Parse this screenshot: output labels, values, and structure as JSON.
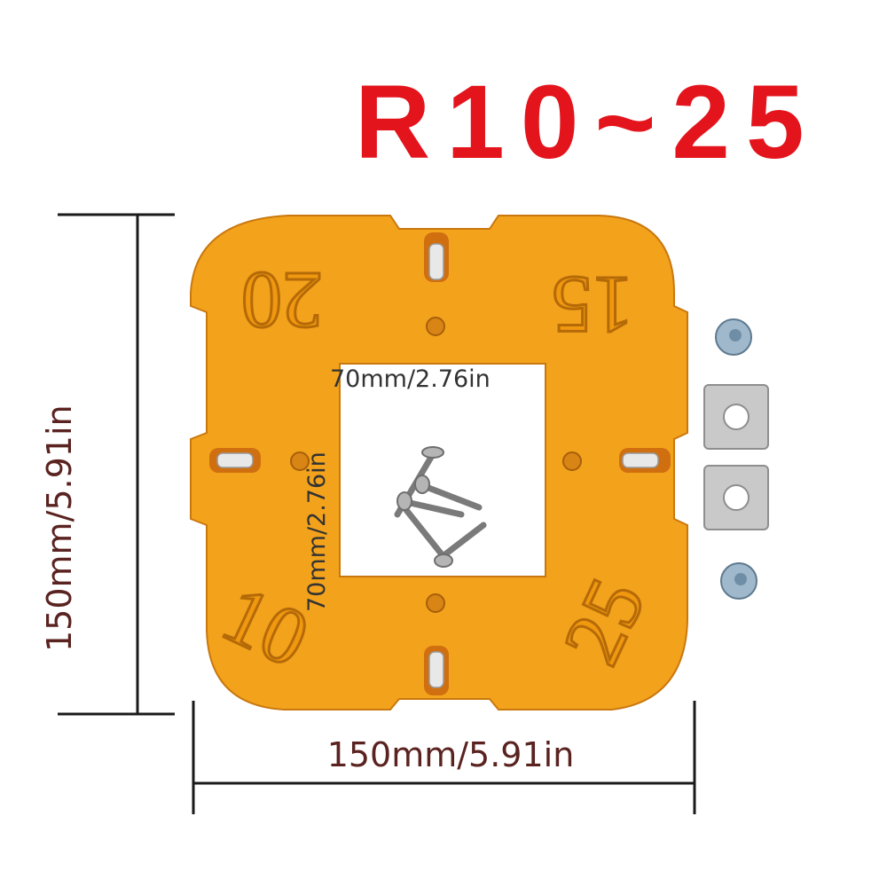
{
  "header": {
    "title": "R10~25"
  },
  "dimensions": {
    "width_label": "150mm/5.91in",
    "height_label": "150mm/5.91in",
    "inner_width_label": "70mm/2.76in",
    "inner_height_label": "70mm/2.76in"
  },
  "template": {
    "radius_labels": {
      "top_left": "20",
      "top_right": "15",
      "bottom_left": "10",
      "bottom_right": "25"
    }
  },
  "colors": {
    "title": "#e3141c",
    "plate": "#f3a21c",
    "dimension_text": "#5a2320"
  }
}
